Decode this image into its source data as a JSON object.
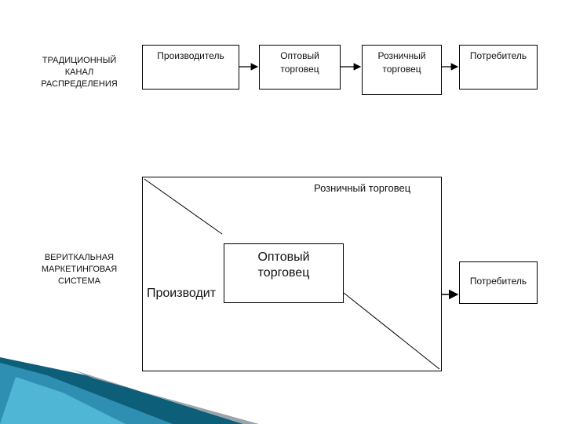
{
  "traditional": {
    "label": "ТРАДИЦИОННЫЙ\nКАНАЛ\nРАСПРЕДЕЛЕНИЯ",
    "nodes": [
      "Производитель",
      "Оптовый\nторговец",
      "Розничный\nторговец",
      "Потребитель"
    ]
  },
  "vertical": {
    "label": "ВЕРИТКАЛЬНАЯ\nМАРКЕТИНГОВАЯ\nСИСТЕМА",
    "retailer": "Розничный торговец",
    "wholesaler": "Оптовый\nторговец",
    "producer": "Производит",
    "consumer": "Потребитель"
  },
  "colors": {
    "line": "#000000",
    "accent_dark": "#0d5e78",
    "accent_light": "#4fb6d6"
  }
}
